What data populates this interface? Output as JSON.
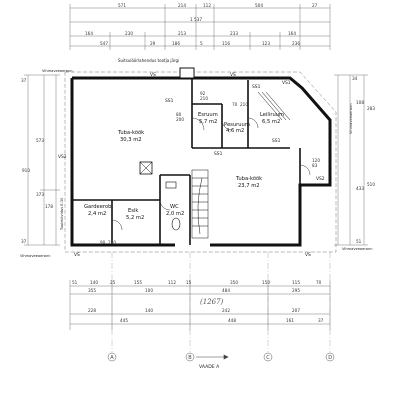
{
  "top_dims": {
    "row1": [
      "571",
      "214",
      "112",
      "504",
      "27"
    ],
    "row2": [
      "1 537"
    ],
    "row3": [
      "164",
      "230",
      "213",
      "233",
      "164"
    ],
    "row4": [
      "547",
      "29",
      "186",
      "5",
      "116",
      "123",
      "236"
    ]
  },
  "notes": {
    "chimney": "Suitsulõõrlahendus tootja järgi",
    "boundary_left_top": "Vihmaveeaerann",
    "boundary_right_top": "Vihmaveeaerann",
    "boundary_left_bottom": "Vihmaveeaerann",
    "boundary_right_bottom": "Vihmaveeaerann",
    "left_side": "Tuulekõvidus E-30"
  },
  "rooms": [
    {
      "name": "Tuba-köök",
      "area": "30,3 m2"
    },
    {
      "name": "Esruum",
      "area": "5,7 m2"
    },
    {
      "name": "Pesuruum",
      "area": "4,6 m2"
    },
    {
      "name": "Leiliruum",
      "area": "6,5 m2"
    },
    {
      "name": "Tuba-köök",
      "area": "23,7 m2"
    },
    {
      "name": "Gardeerob",
      "area": "2,4 m2"
    },
    {
      "name": "Esik",
      "area": "5,2 m2"
    },
    {
      "name": "WC",
      "area": "2,0 m2"
    }
  ],
  "wall_tags": {
    "vs_top_left": "VS",
    "vs_top_mid": "VS",
    "vs_top_right": "VS1",
    "ss_a": "SS1",
    "ss_b": "SS1",
    "ss_c": "SS1",
    "ss_d": "SS1",
    "vs2_left": "VS2",
    "vs2_right": "VS2",
    "vs_bot_left": "VS",
    "vs_bot_right": "VS"
  },
  "door_marks": [
    "92",
    "210",
    "70",
    "210",
    "80",
    "200",
    "90",
    "210",
    "120",
    "83"
  ],
  "bottom_dims": {
    "row1": [
      "51",
      "140",
      "25",
      "155",
      "112",
      "15",
      "350",
      "150",
      "115",
      "70"
    ],
    "row2": [
      "355",
      "100",
      "484",
      "295"
    ],
    "handwritten": "(1267)",
    "row3": [
      "228",
      "140",
      "242",
      "207"
    ],
    "row4": [
      "445",
      "448",
      "161",
      "37"
    ]
  },
  "axes": [
    "A",
    "B",
    "C",
    "D"
  ],
  "section_label": "VAADE A",
  "left_dims": [
    "37",
    "573",
    "910",
    "178",
    "373",
    "37"
  ],
  "right_dims": [
    "34",
    "108",
    "283",
    "433",
    "510",
    "51"
  ]
}
